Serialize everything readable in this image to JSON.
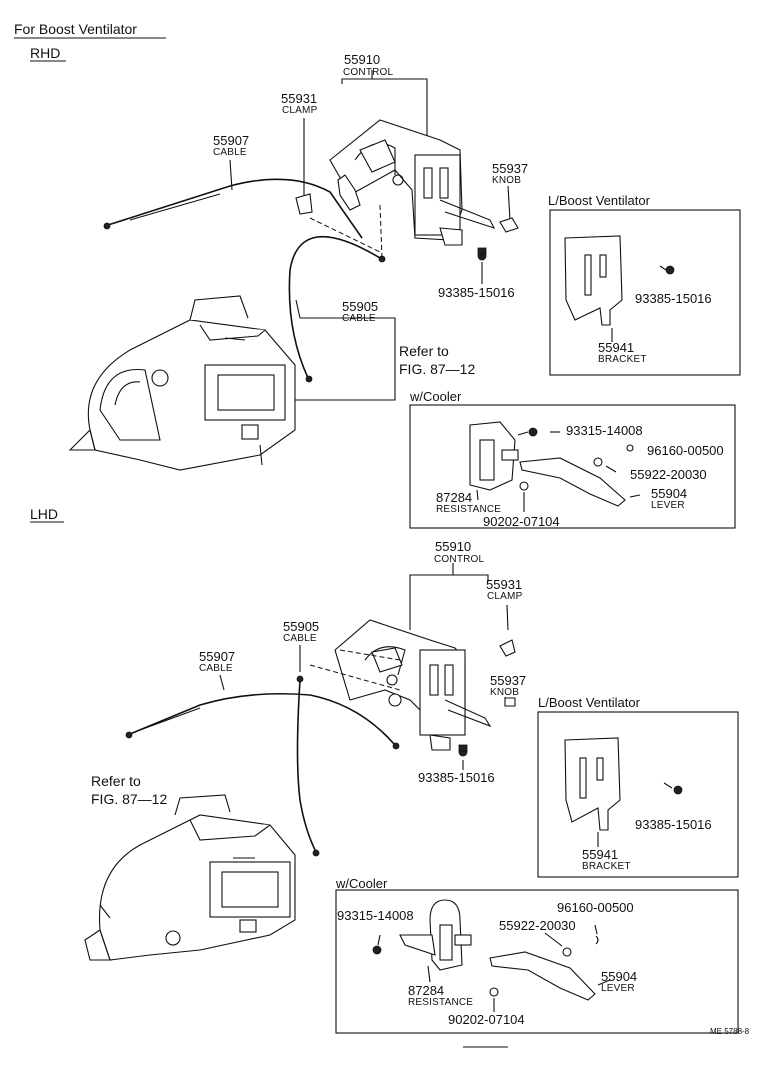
{
  "header": {
    "title": "For Boost Ventilator",
    "rhd": "RHD",
    "lhd": "LHD"
  },
  "rhd": {
    "control": {
      "num": "55910",
      "name": "CONTROL"
    },
    "clamp": {
      "num": "55931",
      "name": "CLAMP"
    },
    "cable1": {
      "num": "55907",
      "name": "CABLE"
    },
    "knob": {
      "num": "55937",
      "name": "KNOB"
    },
    "screw": {
      "num": "93385-15016"
    },
    "cable2": {
      "num": "55905",
      "name": "CABLE"
    },
    "refer": {
      "line1": "Refer to",
      "line2": "FIG. 87—12"
    },
    "boost_box": {
      "title": "L/Boost Ventilator",
      "screw": "93385-15016",
      "bracket_num": "55941",
      "bracket_name": "BRACKET"
    },
    "cooler_box": {
      "title": "w/Cooler",
      "p1": "93315-14008",
      "p2": "96160-00500",
      "p3": "55922-20030",
      "lever_num": "55904",
      "lever_name": "LEVER",
      "res_num": "87284",
      "res_name": "RESISTANCE",
      "nut": "90202-07104"
    }
  },
  "lhd": {
    "control": {
      "num": "55910",
      "name": "CONTROL"
    },
    "clamp": {
      "num": "55931",
      "name": "CLAMP"
    },
    "cable2": {
      "num": "55905",
      "name": "CABLE"
    },
    "cable1": {
      "num": "55907",
      "name": "CABLE"
    },
    "knob": {
      "num": "55937",
      "name": "KNOB"
    },
    "screw": {
      "num": "93385-15016"
    },
    "refer": {
      "line1": "Refer to",
      "line2": "FIG. 87—12"
    },
    "boost_box": {
      "title": "L/Boost Ventilator",
      "screw": "93385-15016",
      "bracket_num": "55941",
      "bracket_name": "BRACKET"
    },
    "cooler_box": {
      "title": "w/Cooler",
      "p1": "93315-14008",
      "p2": "96160-00500",
      "p3": "55922-20030",
      "lever_num": "55904",
      "lever_name": "LEVER",
      "res_num": "87284",
      "res_name": "RESISTANCE",
      "nut": "90202-07104"
    }
  },
  "footer": {
    "code": "ME 5788-8"
  }
}
